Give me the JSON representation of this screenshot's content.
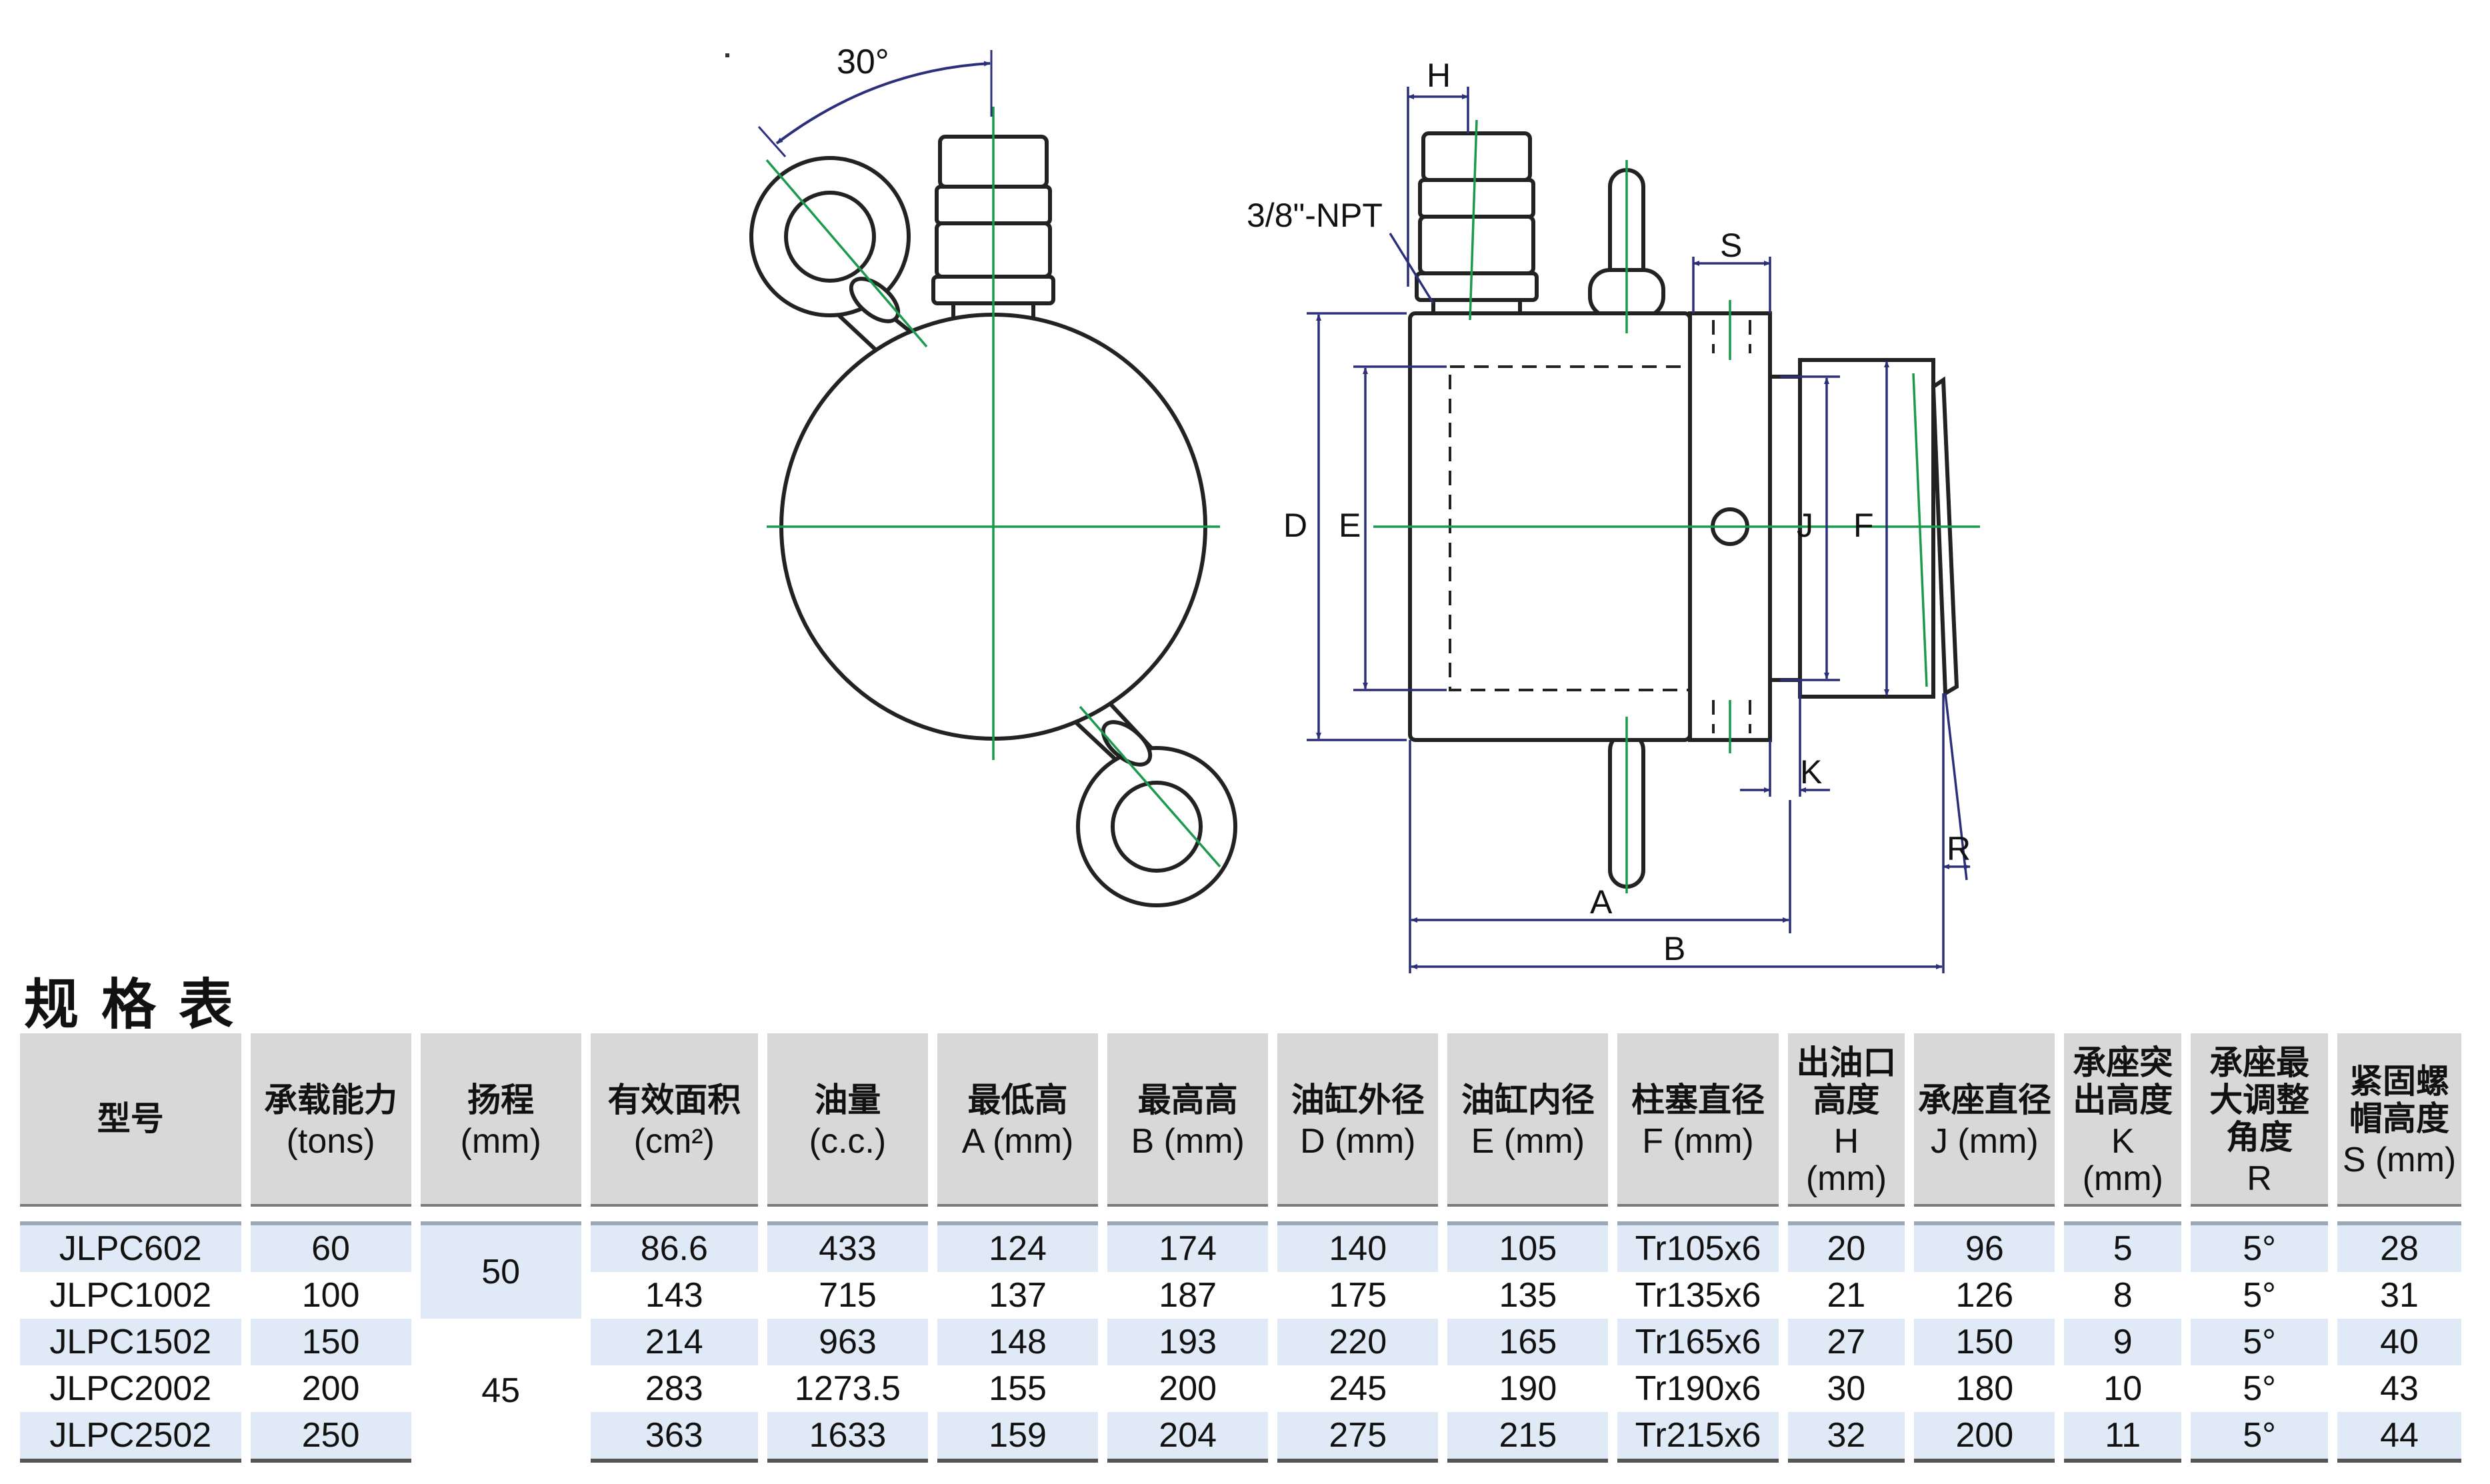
{
  "drawing": {
    "angle_label": "30°",
    "port_label": "3/8\"-NPT",
    "dim_labels": {
      "H": "H",
      "S": "S",
      "D": "D",
      "E": "E",
      "J": "J",
      "F": "F",
      "K": "K",
      "A": "A",
      "B": "B",
      "R": "R"
    }
  },
  "table": {
    "title": "规格表",
    "headers": [
      {
        "zh": "型号",
        "en": ""
      },
      {
        "zh": "承载能力",
        "en": "(tons)"
      },
      {
        "zh": "扬程",
        "en": "(mm)"
      },
      {
        "zh": "有效面积",
        "en": "(cm²)"
      },
      {
        "zh": "油量",
        "en": "(c.c.)"
      },
      {
        "zh": "最低高",
        "en": "A (mm)"
      },
      {
        "zh": "最高高",
        "en": "B (mm)"
      },
      {
        "zh": "油缸外径",
        "en": "D (mm)"
      },
      {
        "zh": "油缸内径",
        "en": "E (mm)"
      },
      {
        "zh": "柱塞直径",
        "en": "F (mm)"
      },
      {
        "zh": "出油口高度",
        "en": "H (mm)"
      },
      {
        "zh": "承座直径",
        "en": "J (mm)"
      },
      {
        "zh": "承座突出高度",
        "en": "K (mm)"
      },
      {
        "zh": "承座最大调整角度",
        "en": "R"
      },
      {
        "zh": "紧固螺帽高度",
        "en": "S (mm)"
      }
    ],
    "stroke_groups": [
      "50",
      "45"
    ],
    "rows": [
      {
        "model": "JLPC602",
        "capacity": "60",
        "area": "86.6",
        "oil": "433",
        "A": "124",
        "B": "174",
        "D": "140",
        "E": "105",
        "F": "Tr105x6",
        "H": "20",
        "J": "96",
        "K": "5",
        "R": "5°",
        "S": "28"
      },
      {
        "model": "JLPC1002",
        "capacity": "100",
        "area": "143",
        "oil": "715",
        "A": "137",
        "B": "187",
        "D": "175",
        "E": "135",
        "F": "Tr135x6",
        "H": "21",
        "J": "126",
        "K": "8",
        "R": "5°",
        "S": "31"
      },
      {
        "model": "JLPC1502",
        "capacity": "150",
        "area": "214",
        "oil": "963",
        "A": "148",
        "B": "193",
        "D": "220",
        "E": "165",
        "F": "Tr165x6",
        "H": "27",
        "J": "150",
        "K": "9",
        "R": "5°",
        "S": "40"
      },
      {
        "model": "JLPC2002",
        "capacity": "200",
        "area": "283",
        "oil": "1273.5",
        "A": "155",
        "B": "200",
        "D": "245",
        "E": "190",
        "F": "Tr190x6",
        "H": "30",
        "J": "180",
        "K": "10",
        "R": "5°",
        "S": "43"
      },
      {
        "model": "JLPC2502",
        "capacity": "250",
        "area": "363",
        "oil": "1633",
        "A": "159",
        "B": "204",
        "D": "275",
        "E": "215",
        "F": "Tr215x6",
        "H": "32",
        "J": "200",
        "K": "11",
        "R": "5°",
        "S": "44"
      }
    ]
  }
}
